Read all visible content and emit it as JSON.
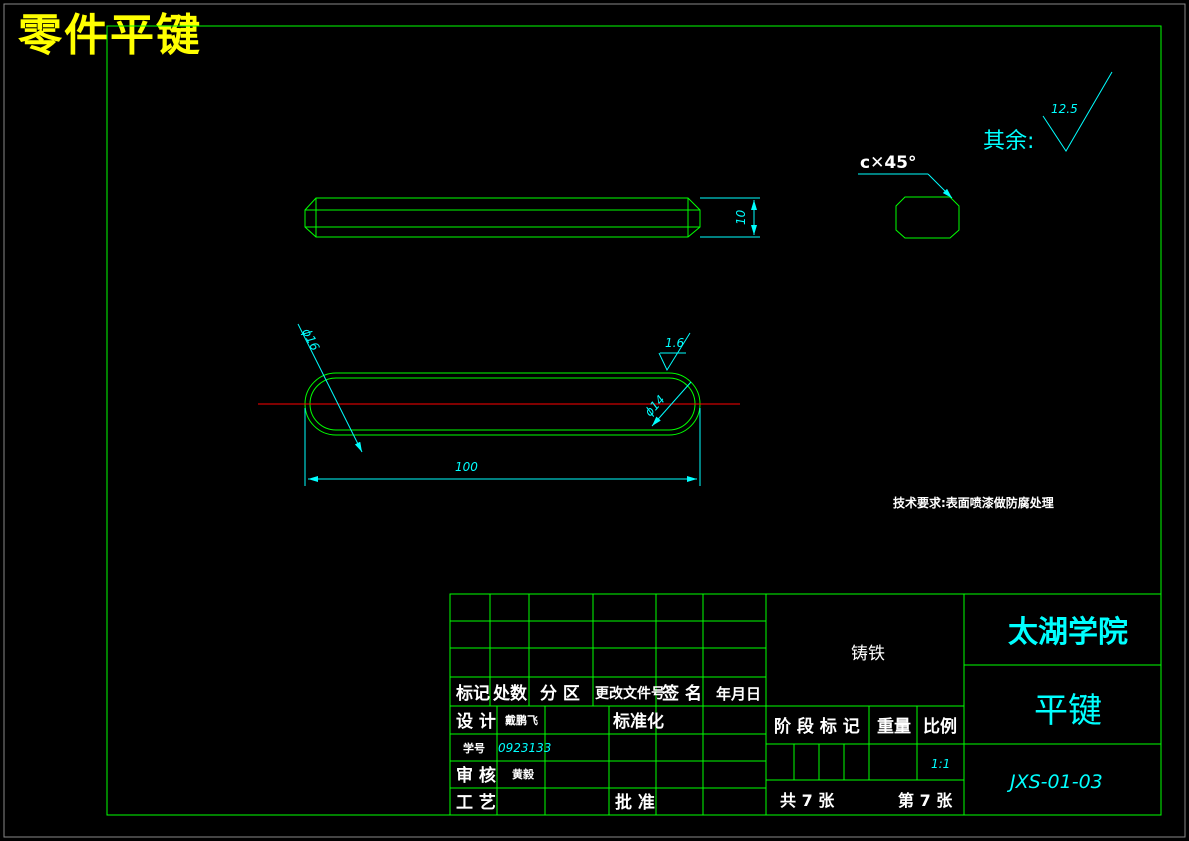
{
  "drawing_title": "零件平键",
  "dimensions": {
    "thickness": "10",
    "outer_dia": "ϕ16",
    "inner_dia": "ϕ14",
    "length": "100",
    "chamfer": "c✕45°",
    "roughness_face": "1.6",
    "roughness_rest_label": "其余:",
    "roughness_rest": "12.5"
  },
  "technical_requirements": "技术要求:表面喷漆做防腐处理",
  "title_block": {
    "revision_headers": [
      "标记",
      "处数",
      "分 区",
      "更改文件号",
      "签 名",
      "年月日"
    ],
    "design_label": "设 计",
    "designer": "戴鹏飞",
    "standardization_label": "标准化",
    "student_id_label": "学号",
    "student_id": "0923133",
    "review_label": "审 核",
    "reviewer": "黄毅",
    "process_label": "工 艺",
    "approve_label": "批 准",
    "material": "铸铁",
    "stage_mark_label": "阶 段 标 记",
    "weight_label": "重量",
    "scale_label": "比例",
    "scale": "1:1",
    "total_sheets": "共 7 张",
    "sheet_no": "第 7 张",
    "school": "太湖学院",
    "part_name": "平键",
    "drawing_no": "JXS-01-03"
  },
  "colors": {
    "background": "#000000",
    "frame": "#00ff00",
    "dimension": "#00ffff",
    "title": "#ffff00",
    "centerline": "#ff0000",
    "text": "#ffffff"
  }
}
